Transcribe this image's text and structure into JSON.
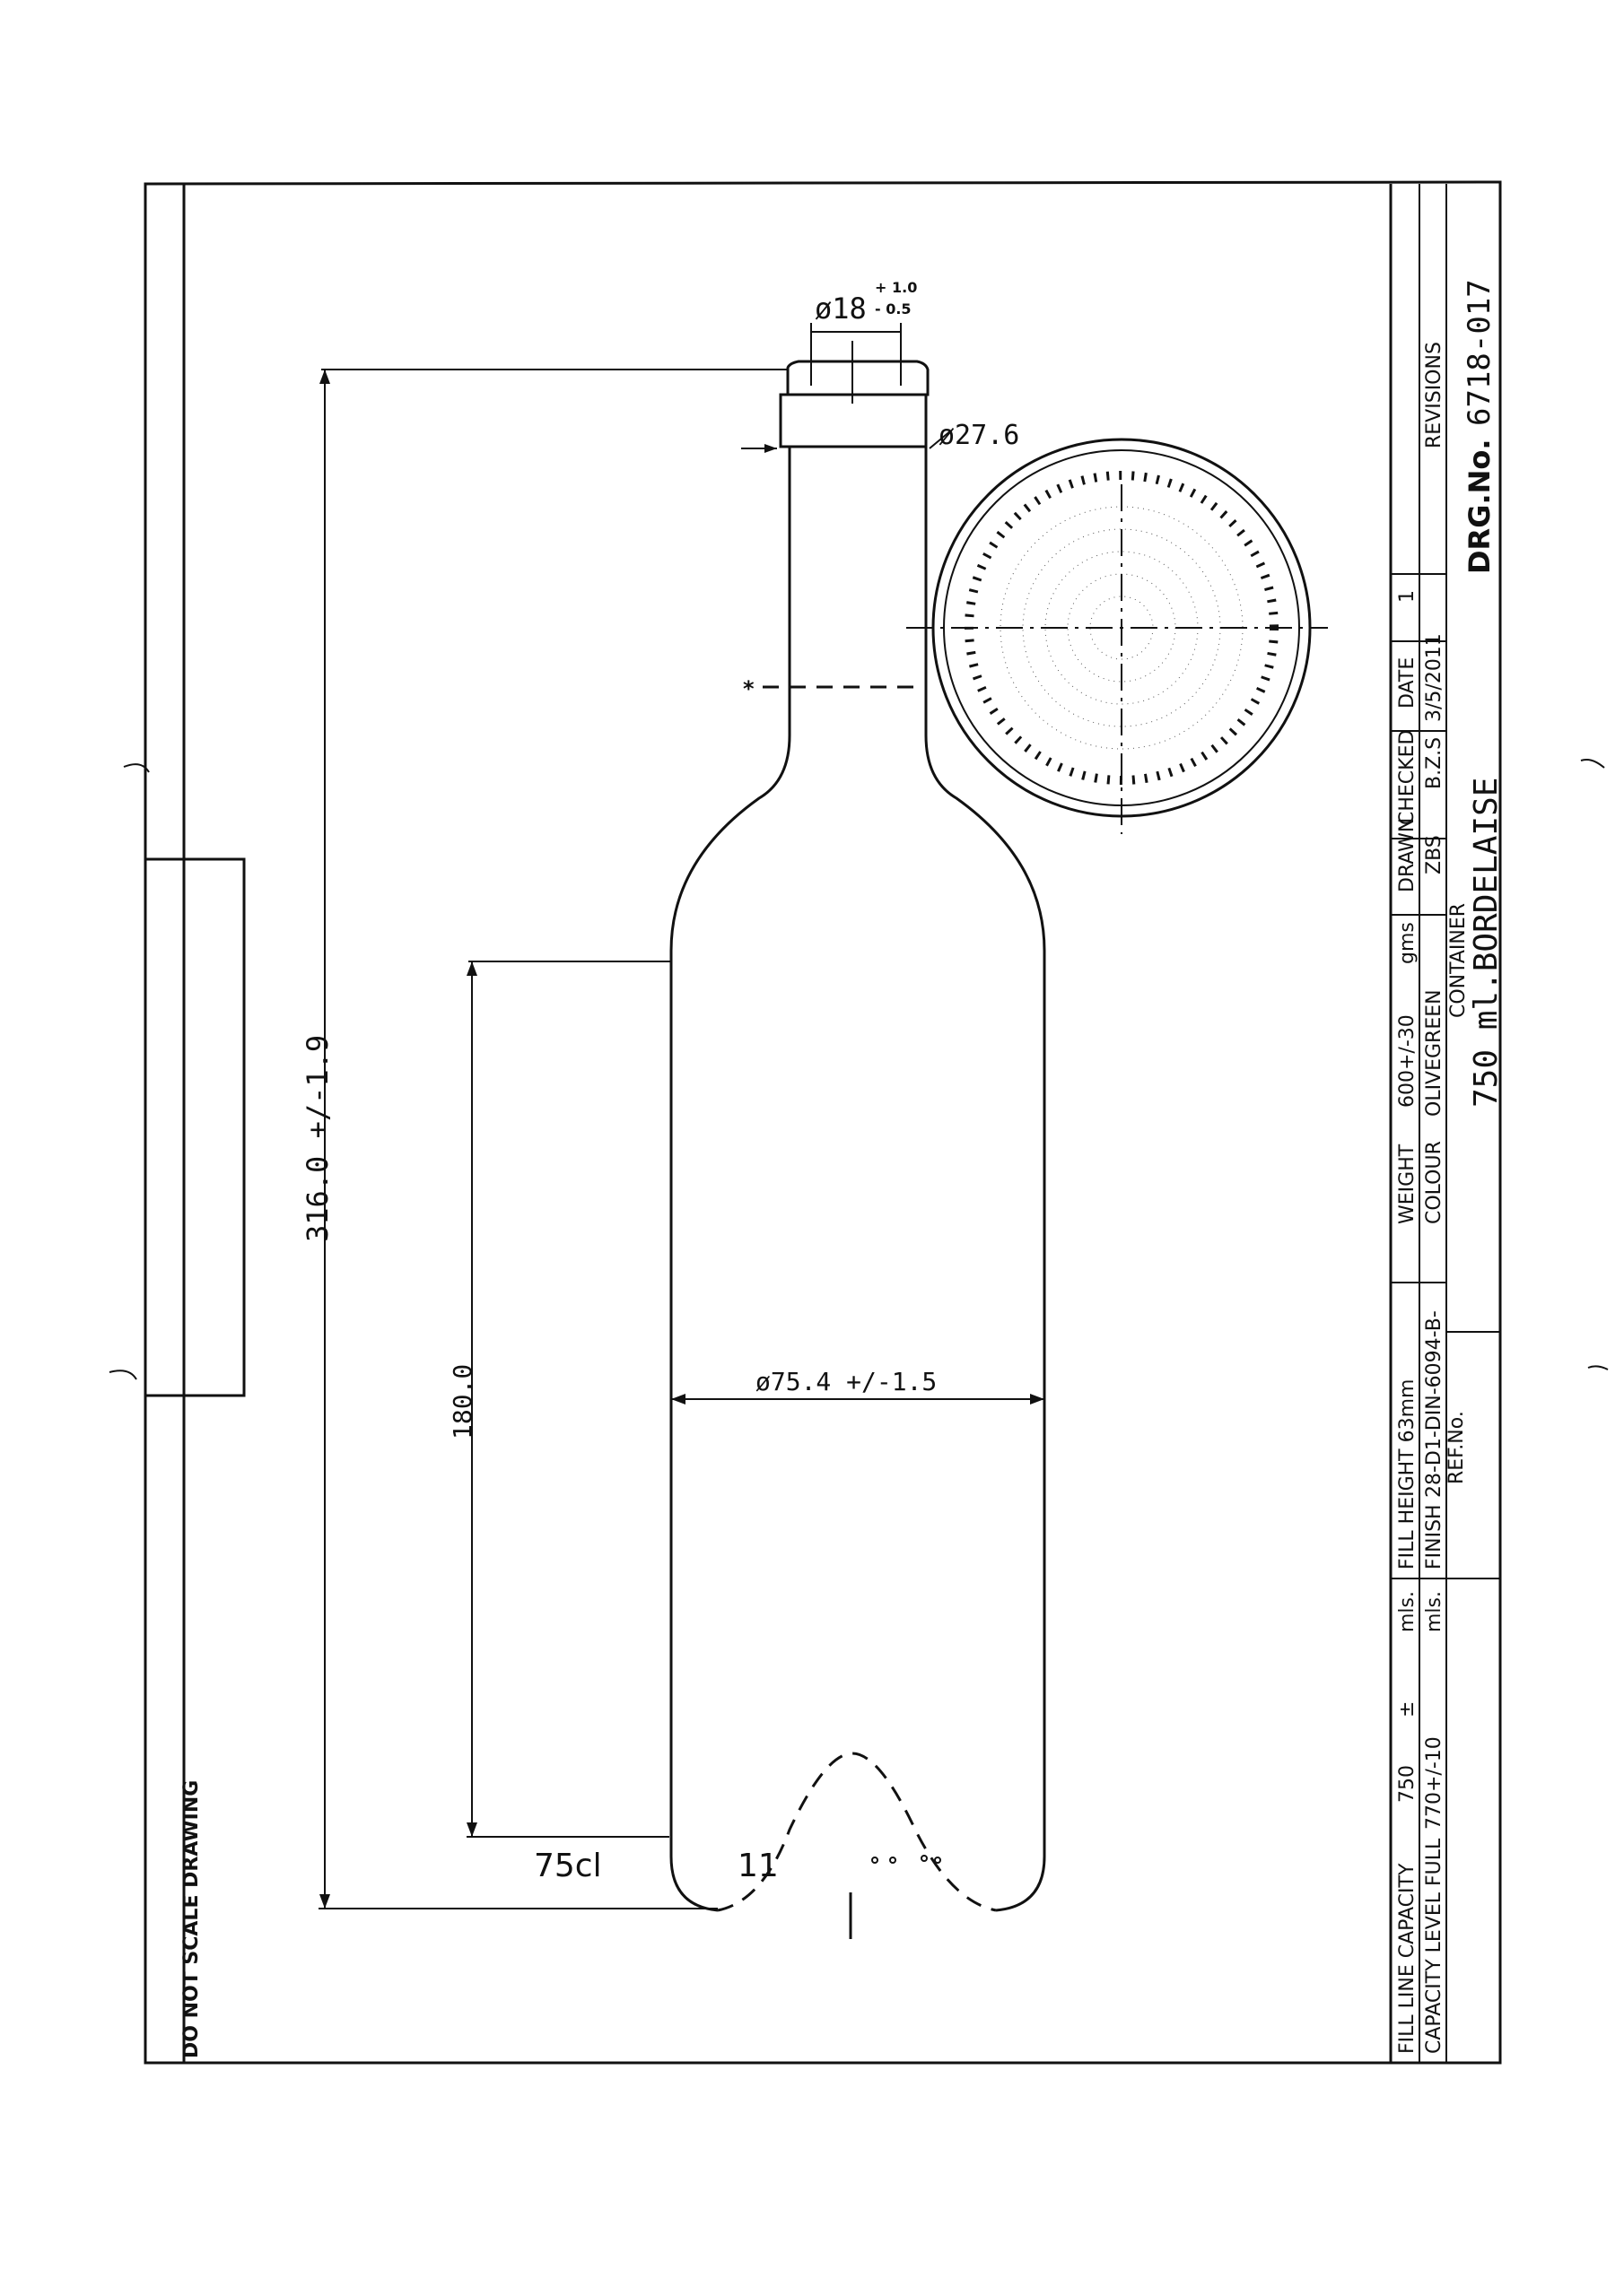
{
  "drawing": {
    "do_not_scale": "DO NOT SCALE DRAWING",
    "dims": {
      "neck_dia": "ø18",
      "neck_tol_plus": "+ 1.0",
      "neck_tol_minus": "- 0.5",
      "ring_dia": "ø27.6",
      "height": "316.0 +/-1.9",
      "fill_height": "180.0",
      "body_dia": "ø75.4 +/-1.5"
    },
    "marks": {
      "capacity_mark": "75cl",
      "mould_mark": "11",
      "star": "*"
    }
  },
  "title_block": {
    "fill_line_capacity_label": "FILL LINE CAPACITY",
    "fill_line_capacity_value": "750",
    "fill_line_capacity_tol": "±",
    "fill_line_capacity_unit": "mls.",
    "capacity_level_full_label": "CAPACITY LEVEL FULL",
    "capacity_level_full_value": "770+/-10",
    "capacity_level_full_unit": "mls.",
    "fill_height_label": "FILL HEIGHT 63mm",
    "finish_label": "FINISH",
    "finish_value": "28-D1-DIN-6094-B-",
    "ref_no_label": "REF.No.",
    "weight_label": "WEIGHT",
    "weight_value": "600+/-30",
    "weight_unit": "gms",
    "colour_label": "COLOUR",
    "colour_value": "OLIVEGREEN",
    "container_label": "CONTAINER",
    "container_value": "750  ml.BORDELAISE",
    "drawn_label": "DRAWN",
    "drawn_value": "ZBS",
    "checked_label": "CHECKED",
    "checked_value": "B.Z.S",
    "date_label": "DATE",
    "date_value": "3/5/2011",
    "revision_no": "1",
    "revisions_label": "REVISIONS",
    "drg_no_label": "DRG.No.",
    "drg_no_value": "6718-017"
  }
}
